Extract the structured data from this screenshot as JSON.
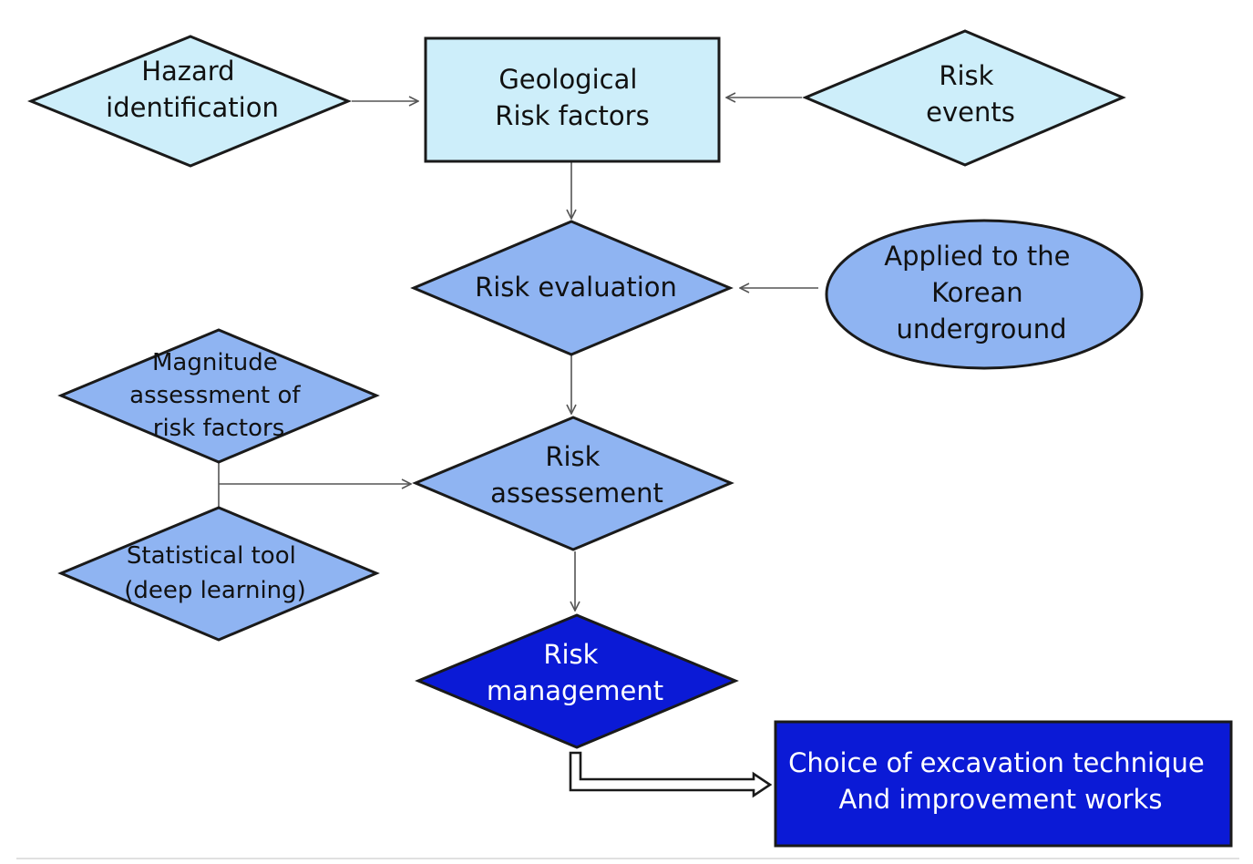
{
  "colors": {
    "light_node": "#cdeefa",
    "mid_node": "#8fb4f2",
    "dark_node": "#0b1ad6",
    "edge": "#555555"
  },
  "nodes": {
    "hazard_identification": {
      "lines": [
        "Hazard",
        "identification"
      ]
    },
    "geological_risk_factors": {
      "lines": [
        "Geological",
        "Risk factors"
      ]
    },
    "risk_events": {
      "lines": [
        "Risk",
        "events"
      ]
    },
    "risk_evaluation": {
      "lines": [
        "Risk evaluation"
      ]
    },
    "applied_korean_underground": {
      "lines": [
        "Applied to the",
        "Korean",
        "underground"
      ]
    },
    "magnitude_assessment": {
      "lines": [
        "Magnitude",
        "assessment  of",
        "risk factors"
      ]
    },
    "risk_assessement": {
      "lines": [
        "Risk",
        "assessement"
      ]
    },
    "statistical_tool": {
      "lines": [
        "Statistical  tool",
        "(deep  learning)"
      ]
    },
    "risk_management": {
      "lines": [
        "Risk",
        "management"
      ]
    },
    "choice_of_excavation": {
      "lines": [
        "Choice of excavation technique",
        "And improvement works"
      ]
    }
  }
}
